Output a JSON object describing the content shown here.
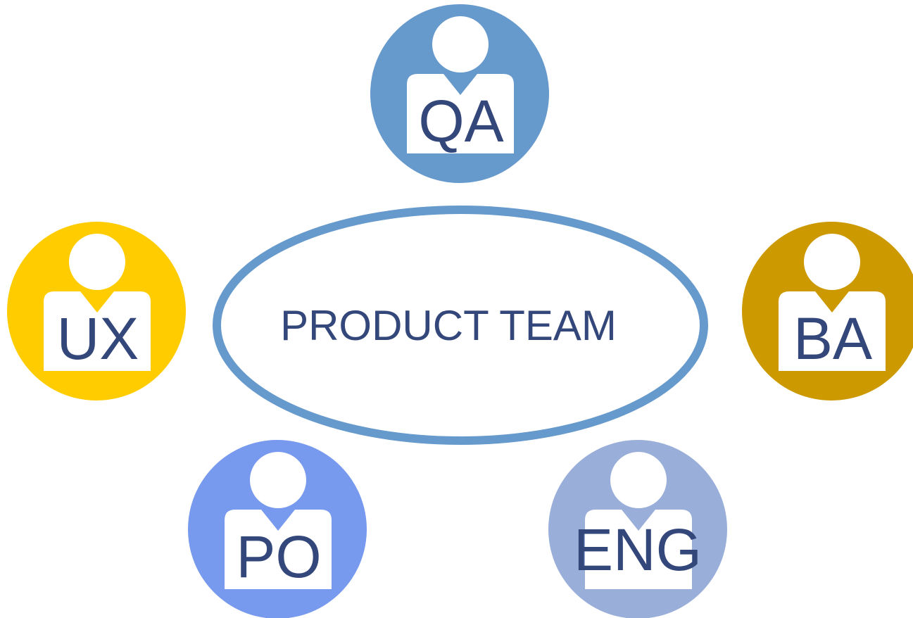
{
  "center": {
    "label": "PRODUCT TEAM",
    "ring_color": "#6699cc"
  },
  "roles": [
    {
      "id": "qa",
      "label": "QA",
      "color": "#6699cc"
    },
    {
      "id": "ux",
      "label": "UX",
      "color": "#ffcc00"
    },
    {
      "id": "ba",
      "label": "BA",
      "color": "#cc9900"
    },
    {
      "id": "po",
      "label": "PO",
      "color": "#7799ee"
    },
    {
      "id": "eng",
      "label": "ENG",
      "color": "#99aed9"
    }
  ],
  "icon": "person-icon",
  "text_color": "#34477a"
}
